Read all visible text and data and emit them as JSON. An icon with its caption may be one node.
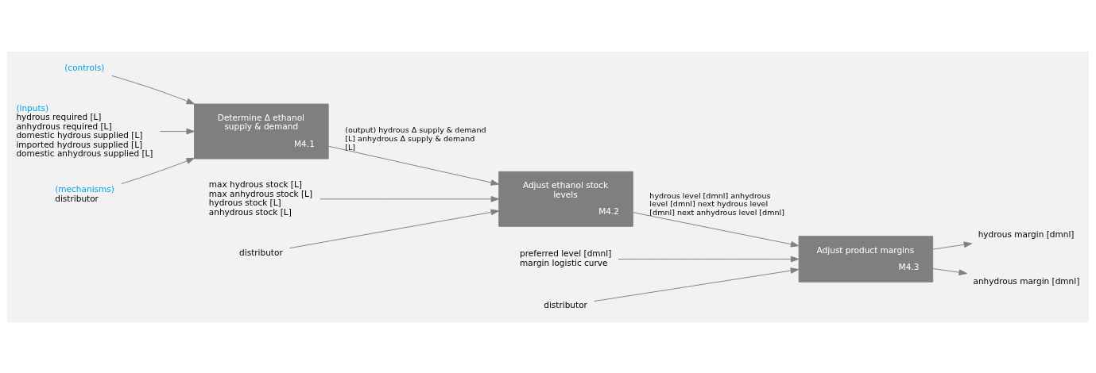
{
  "diagram": {
    "nodes": [
      {
        "text": [
          "(controls)"
        ]
      },
      {
        "text": [
          "(inputs)",
          "hydrous required [L]",
          "anhydrous required [L]",
          "domestic hydrous supplied [L]",
          "imported hydrous supplied [L]",
          "domestic anhydrous supplied [L]"
        ]
      },
      {
        "text": [
          "Determine Δ ethanol supply & demand",
          "M4.1"
        ]
      },
      {
        "text": [
          "(mechanisms)",
          "distributor"
        ]
      },
      {
        "text": [
          "max hydrous stock [L]",
          "max anhydrous stock [L]",
          "hydrous stock [L]",
          "anhydrous stock [L]"
        ]
      },
      {
        "text": [
          "Adjust ethanol stock levels",
          "M4.2"
        ]
      },
      {
        "text": [
          "distributor"
        ]
      },
      {
        "text": [
          "preferred level [dmnl]",
          "margin logistic curve"
        ]
      },
      {
        "text": [
          "Adjust product margins",
          "M4.3"
        ]
      },
      {
        "text": [
          "hydrous margin [dmnl]"
        ]
      },
      {
        "text": [
          "anhydrous margin [dmnl]"
        ]
      },
      {
        "text": [
          "distributor"
        ]
      }
    ],
    "edges": [
      {
        "from": 0,
        "to": 2,
        "arrow": "to"
      },
      {
        "from": 1,
        "to": 2,
        "arrow": "to"
      },
      {
        "from": 3,
        "to": 2,
        "arrow": "to"
      },
      {
        "from": 2,
        "to": 5,
        "arrow": "to",
        "label": "(output) hydrous Δ supply & demand [L] anhydrous Δ supply & demand [L]"
      },
      {
        "from": 4,
        "to": 5,
        "arrow": "to"
      },
      {
        "from": 6,
        "to": 5,
        "arrow": "to"
      },
      {
        "from": 5,
        "to": 8,
        "arrow": "to",
        "label": "hydrous level [dmnl] anhydrous level [dmnl] next hydrous level [dmnl] next anhydrous level [dmnl]"
      },
      {
        "from": 7,
        "to": 8,
        "arrow": "to"
      },
      {
        "from": 11,
        "to": 8,
        "arrow": "to"
      },
      {
        "from": 8,
        "to": 9,
        "arrow": "to"
      },
      {
        "from": 8,
        "to": 10,
        "arrow": "to"
      }
    ]
  }
}
